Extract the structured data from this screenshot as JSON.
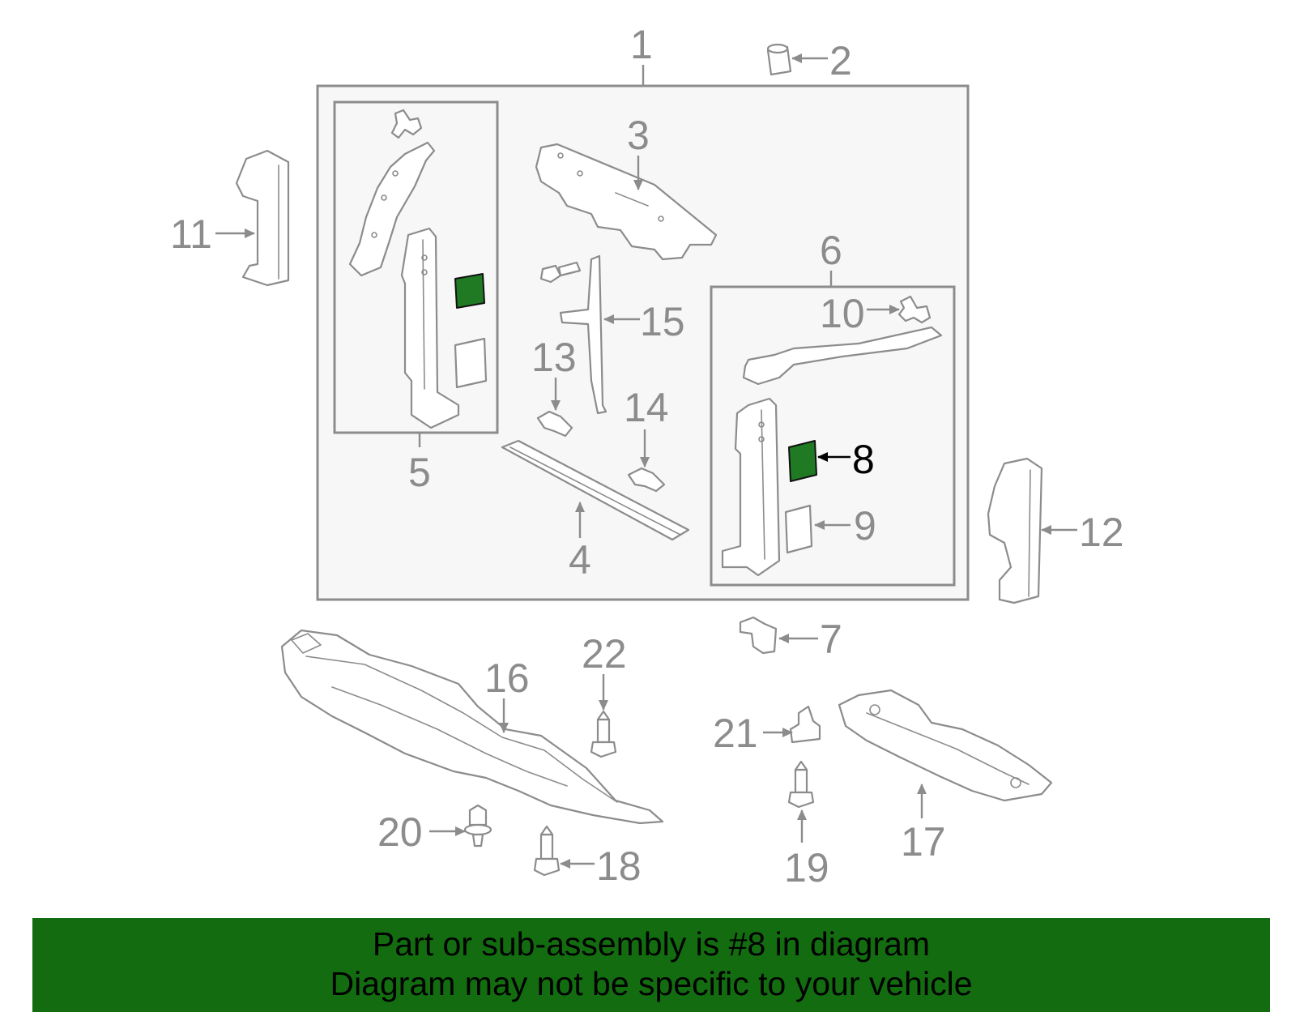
{
  "callouts": {
    "c1": "1",
    "c2": "2",
    "c3": "3",
    "c4": "4",
    "c5": "5",
    "c6": "6",
    "c7": "7",
    "c8": "8",
    "c9": "9",
    "c10": "10",
    "c11": "11",
    "c12": "12",
    "c13": "13",
    "c14": "14",
    "c15": "15",
    "c16": "16",
    "c17": "17",
    "c18": "18",
    "c19": "19",
    "c20": "20",
    "c21": "21",
    "c22": "22"
  },
  "highlight_color": "#1f7a23",
  "banner": {
    "line1": "Part or sub-assembly is #8 in diagram",
    "line2": "Diagram may not be specific to your vehicle",
    "background": "#136c10"
  }
}
